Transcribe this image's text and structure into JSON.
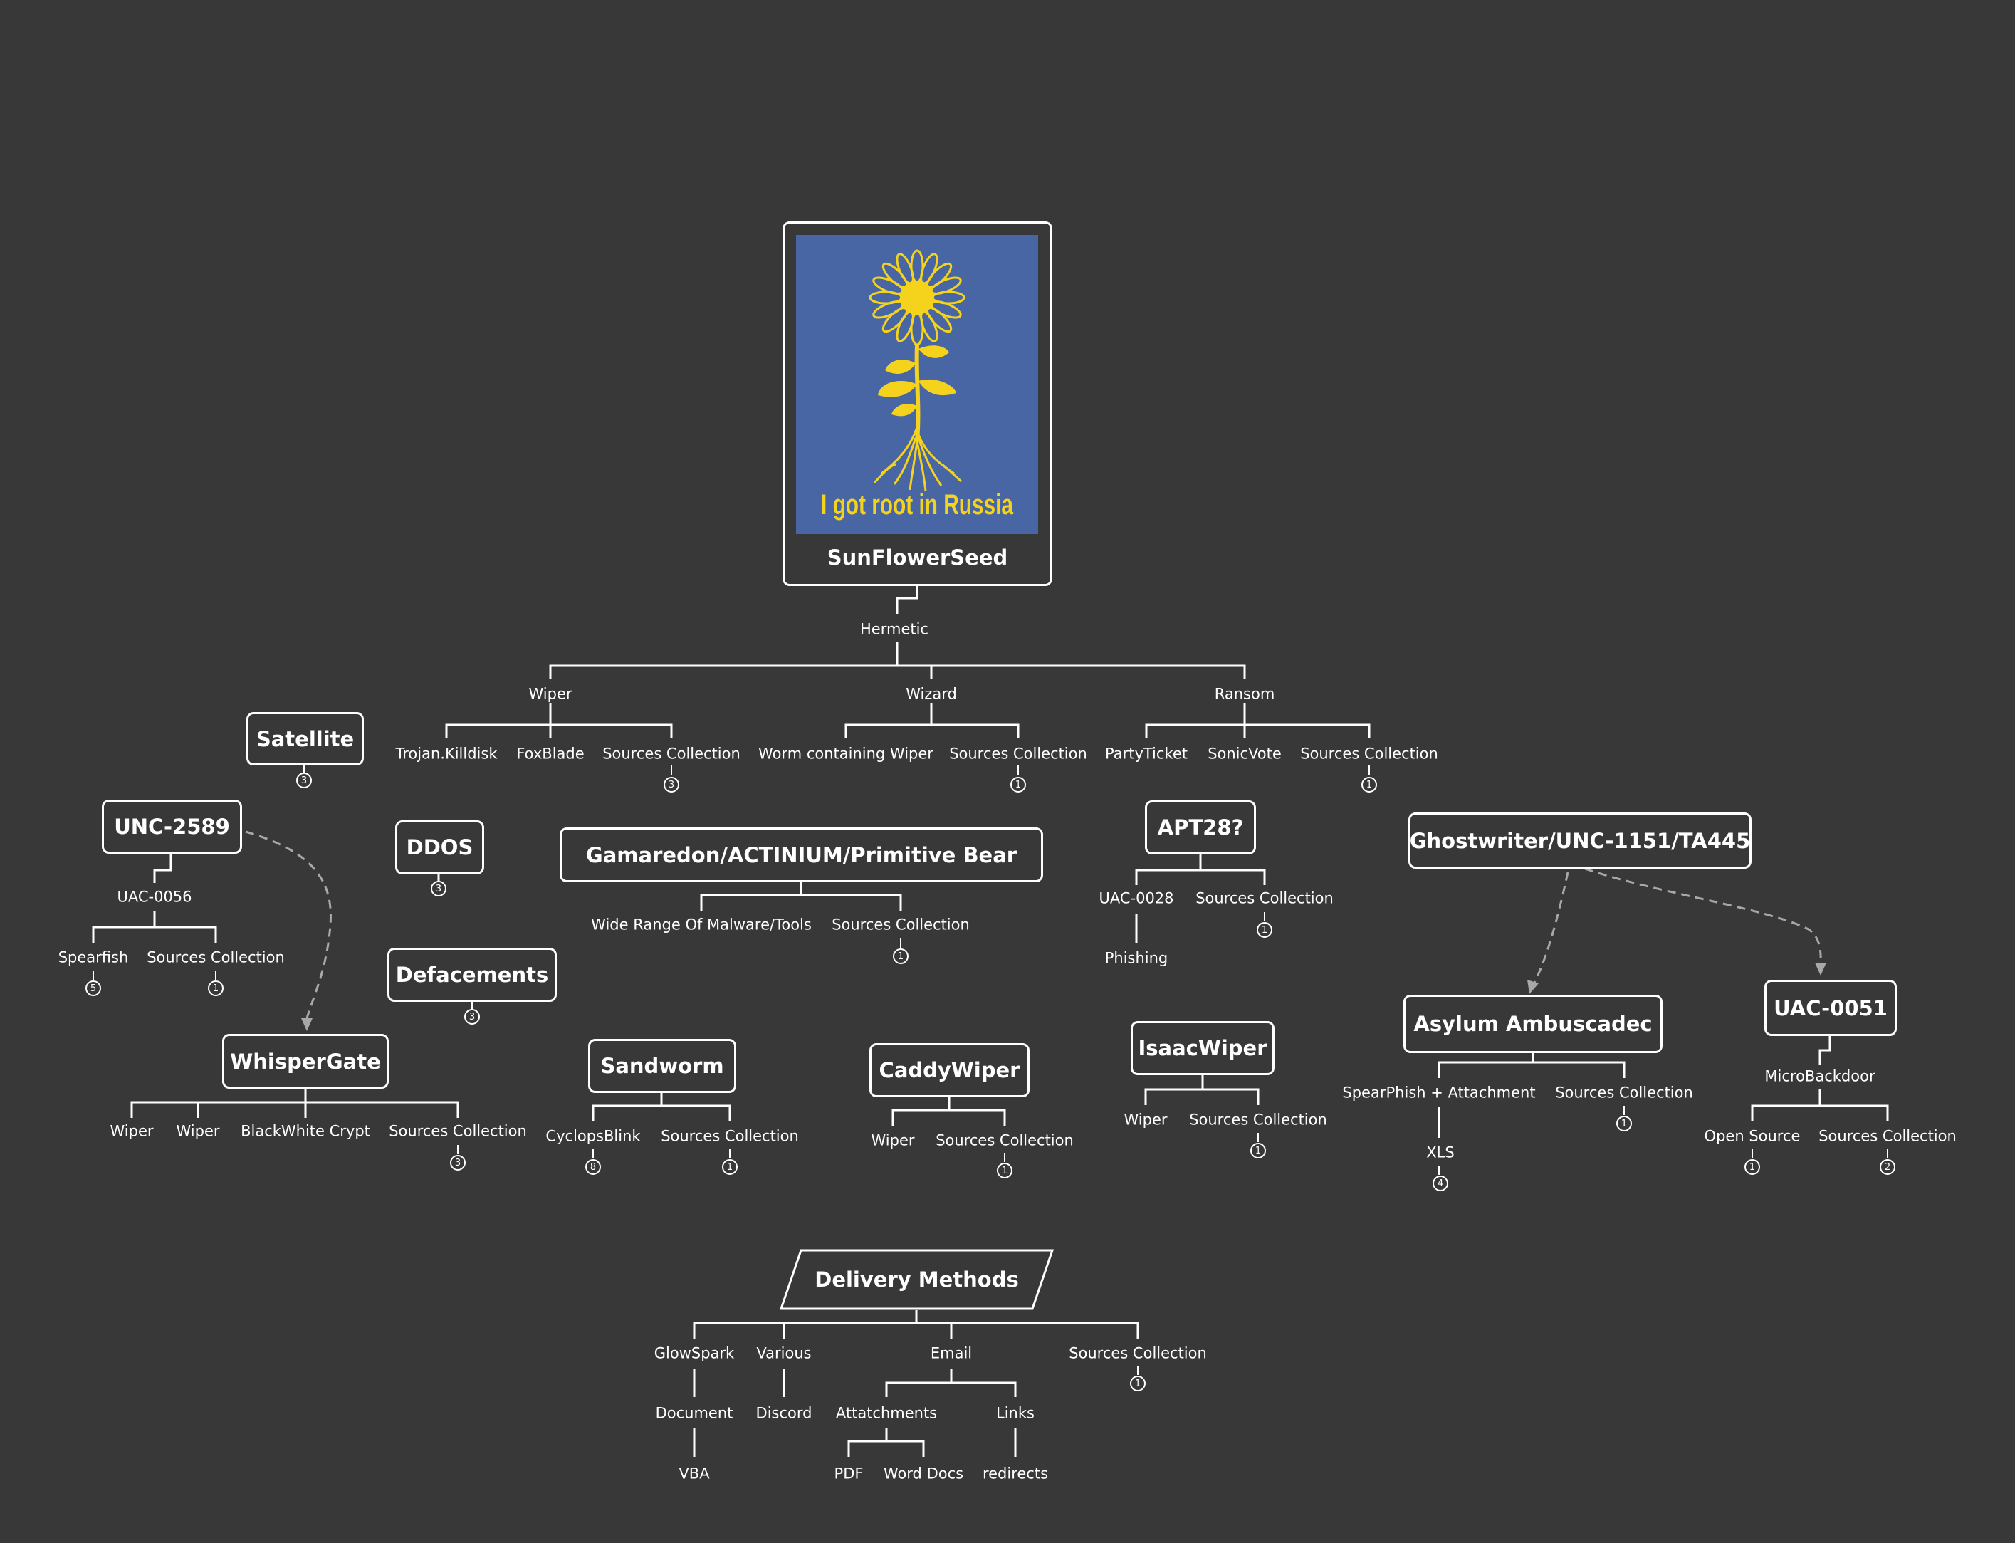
{
  "root": {
    "title": "SunFlowerSeed",
    "image_caption": "I got root in Russia",
    "image_bg": "#4865a4",
    "image_fg": "#f5d31c"
  },
  "boxes": {
    "satellite": "Satellite",
    "unc2589": "UNC-2589",
    "ddos": "DDOS",
    "gamaredon": "Gamaredon/ACTINIUM/Primitive Bear",
    "apt28": "APT28?",
    "ghostwriter": "Ghostwriter/UNC-1151/TA445",
    "defacements": "Defacements",
    "whispergate": "WhisperGate",
    "sandworm": "Sandworm",
    "caddywiper": "CaddyWiper",
    "isaacwiper": "IsaacWiper",
    "asylum": "Asylum Ambuscadec",
    "uac0051": "UAC-0051",
    "delivery": "Delivery Methods"
  },
  "labels": {
    "hermetic": "Hermetic",
    "wiper": "Wiper",
    "wizard": "Wizard",
    "ransom": "Ransom",
    "trojan_killdisk": "Trojan.Killdisk",
    "foxblade": "FoxBlade",
    "sources_wiper": "Sources Collection",
    "worm_wiper": "Worm containing Wiper",
    "sources_wizard": "Sources Collection",
    "partyticket": "PartyTicket",
    "sonicvote": "SonicVote",
    "sources_ransom": "Sources Collection",
    "uac0056": "UAC-0056",
    "spearfish": "Spearfish",
    "sources_unc": "Sources Collection",
    "wide_range": "Wide Range Of Malware/Tools",
    "sources_gamaredon": "Sources Collection",
    "uac0028": "UAC-0028",
    "sources_apt": "Sources Collection",
    "phishing": "Phishing",
    "wg_wiper1": "Wiper",
    "wg_wiper2": "Wiper",
    "blackwhite": "BlackWhite Crypt",
    "sources_wg": "Sources Collection",
    "cyclopsblink": "CyclopsBlink",
    "sources_sandworm": "Sources Collection",
    "caddy_wiper": "Wiper",
    "sources_caddy": "Sources Collection",
    "isaac_wiper": "Wiper",
    "sources_isaac": "Sources Collection",
    "spearphish_attach": "SpearPhish + Attachment",
    "sources_asylum": "Sources Collection",
    "xls": "XLS",
    "microbackdoor": "MicroBackdoor",
    "open_source": "Open Source",
    "sources_uac51": "Sources Collection",
    "glowspark": "GlowSpark",
    "various": "Various",
    "email": "Email",
    "sources_delivery": "Sources Collection",
    "document": "Document",
    "discord": "Discord",
    "attachments": "Attatchments",
    "links": "Links",
    "vba": "VBA",
    "pdf": "PDF",
    "word_docs": "Word Docs",
    "redirects": "redirects"
  },
  "badges": {
    "satellite": "3",
    "ddos": "3",
    "defacements": "3",
    "sources_wiper": "3",
    "sources_wizard": "1",
    "sources_ransom": "1",
    "spearfish": "5",
    "sources_unc": "1",
    "sources_gamaredon": "1",
    "sources_apt": "1",
    "sources_wg": "3",
    "cyclopsblink": "8",
    "sources_sandworm": "1",
    "sources_caddy": "1",
    "sources_isaac": "1",
    "sources_asylum": "1",
    "xls": "4",
    "open_source": "1",
    "sources_uac51": "2",
    "sources_delivery": "1"
  }
}
